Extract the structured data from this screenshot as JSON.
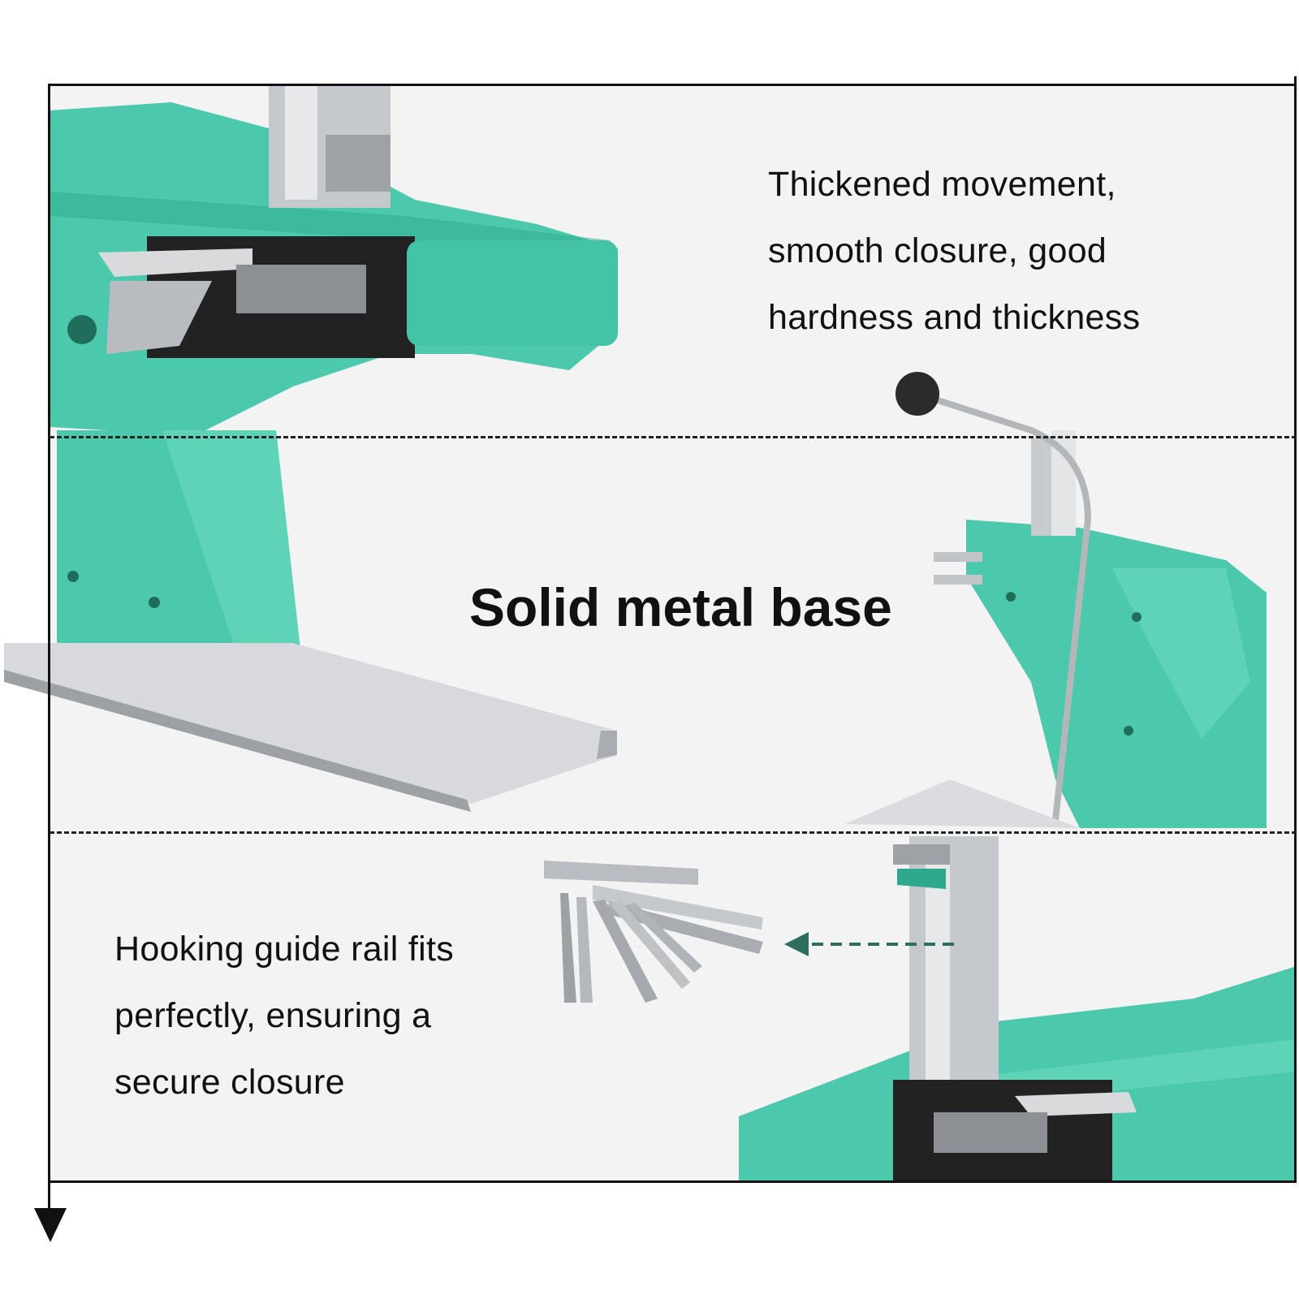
{
  "sections": [
    {
      "lines": [
        "Thickened movement,",
        "smooth closure, good",
        "hardness and thickness"
      ]
    },
    {
      "title": "Solid metal base"
    },
    {
      "lines": [
        "Hooking guide rail fits",
        "perfectly, ensuring a",
        "secure closure"
      ]
    }
  ],
  "colors": {
    "tool_green": "#4cc9ad",
    "tool_green_dark": "#2ea98d",
    "metal": "#c9ccd0",
    "panel_bg": "#f3f3f3",
    "arrow": "#2e6e5c"
  },
  "icons": [
    "down-arrow-icon",
    "left-pointer-arrow-icon"
  ]
}
